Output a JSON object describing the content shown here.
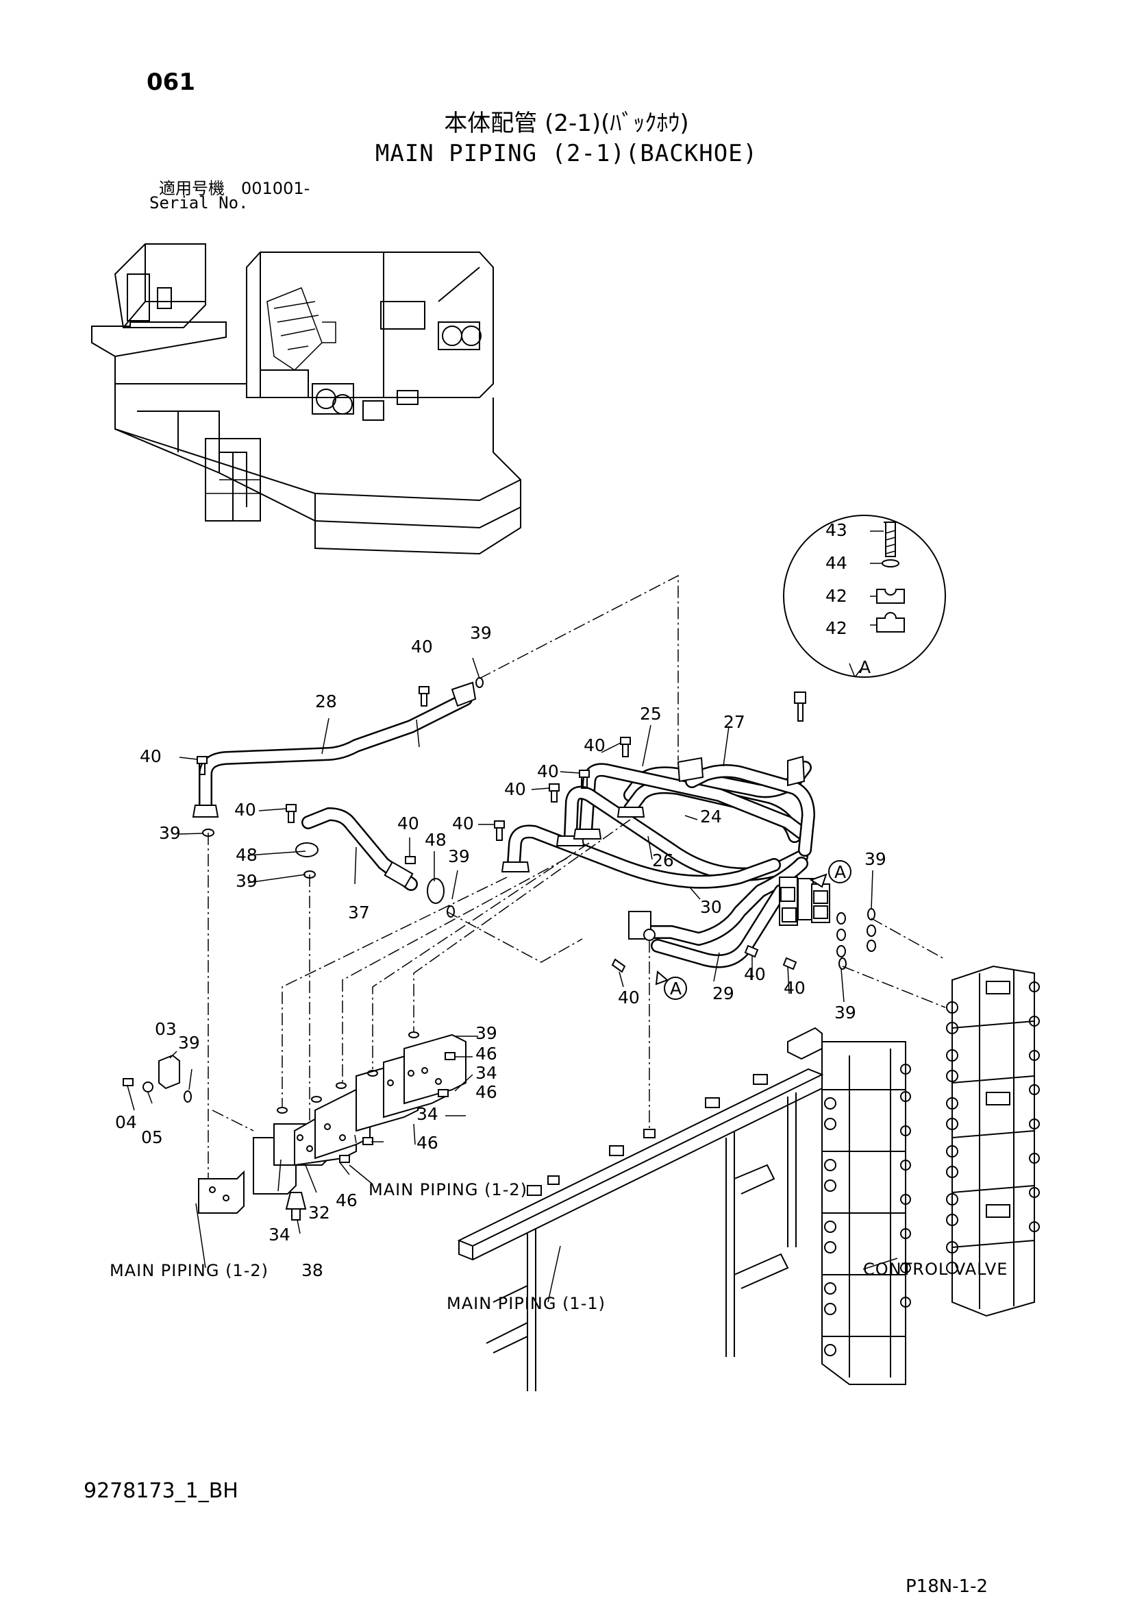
{
  "header": {
    "page_number": "061",
    "title_jp": "本体配管 (2-1)(ﾊﾞｯｸﾎｳ)",
    "title_en": "MAIN PIPING (2-1)(BACKHOE)",
    "serial_jp": "適用号機　001001-",
    "serial_en": "Serial No."
  },
  "detail": {
    "label": "A",
    "parts": [
      "43",
      "44",
      "42",
      "42"
    ]
  },
  "callouts": {
    "c39_a": "39",
    "c40_a": "40",
    "c28": "28",
    "c40_b": "40",
    "c39_b": "39",
    "c40_c": "40",
    "c48_a": "48",
    "c39_c": "39",
    "c40_d": "40",
    "c48_b": "48",
    "c39_d": "39",
    "c37": "37",
    "c40_e": "40",
    "c40_f": "40",
    "c40_g": "40",
    "c40_h": "40",
    "c25": "25",
    "c27": "27",
    "c24": "24",
    "c26": "26",
    "c30": "30",
    "c29": "29",
    "c40_i": "40",
    "c40_j": "40",
    "c40_k": "40",
    "c39_e": "39",
    "c39_f": "39",
    "c03": "03",
    "c39_g": "39",
    "c04": "04",
    "c05": "05",
    "c39_h": "39",
    "c46_a": "46",
    "c34_a": "34",
    "c46_b": "46",
    "c34_b": "34",
    "c46_c": "46",
    "c46_d": "46",
    "c32": "32",
    "c34_c": "34",
    "c38": "38",
    "c_A1": "A",
    "c_A2": "A"
  },
  "references": {
    "main_piping_1_2_a": "MAIN  PIPING  (1-2)",
    "main_piping_1_2_b": "MAIN  PIPING  (1-2)",
    "main_piping_1_1": "MAIN  PIPING  (1-1)",
    "control_valve": "CONTROL  VALVE"
  },
  "footer": {
    "doc_code": "9278173_1_BH",
    "sheet_code": "P18N-1-2"
  }
}
